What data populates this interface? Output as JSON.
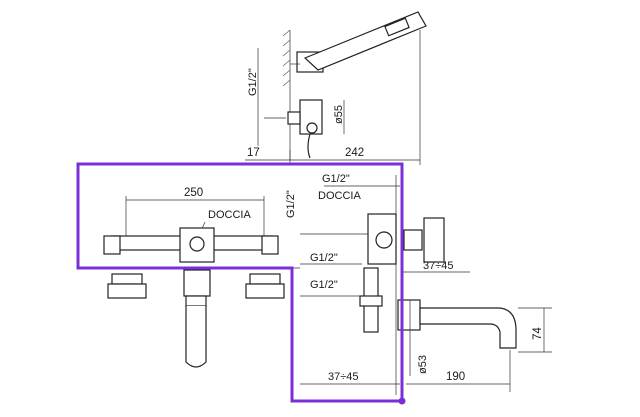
{
  "labels": {
    "g12_top": "G1/2\"",
    "d55": "ø55",
    "w17": "17",
    "w242": "242",
    "g12_side_a": "G1/2\"",
    "g12_side_b": "G1/2\"",
    "doccia_front": "DOCCIA",
    "doccia_side": "DOCCIA",
    "w250": "250",
    "g12_mid1": "G1/2\"",
    "g12_mid2": "G1/2\"",
    "r37_45_a": "37÷45",
    "r37_45_b": "37÷45",
    "d53": "ø53",
    "w190": "190",
    "h74": "74"
  },
  "colors": {
    "line": "#222222",
    "highlight": "#7b2fd6"
  }
}
